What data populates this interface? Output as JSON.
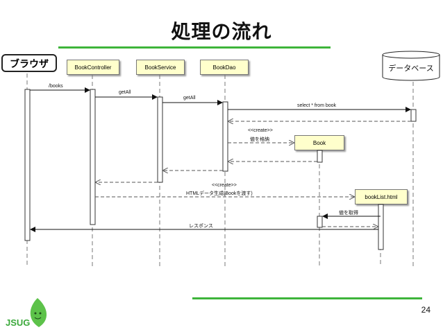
{
  "title": "処理の流れ",
  "actors": {
    "browser": "ブラウザ",
    "controller": "BookController",
    "service": "BookService",
    "dao": "BookDao",
    "database": "データベース",
    "book": "Book",
    "view": "bookList.html"
  },
  "messages": {
    "books": "/books",
    "getall_service": "getAll",
    "getall_dao": "getAll",
    "select": "select * from book",
    "create1": "<<create>>",
    "store": "値を格納",
    "create2": "<<create>>",
    "html_gen": "HTMLデータ生成(Bookを渡す)",
    "get_value": "値を取得",
    "response": "レスポンス"
  },
  "footer": {
    "page_number": "24",
    "logo": "JSUG"
  },
  "colors": {
    "accent_green": "#3db43a",
    "object_fill": "#ffffcc"
  }
}
